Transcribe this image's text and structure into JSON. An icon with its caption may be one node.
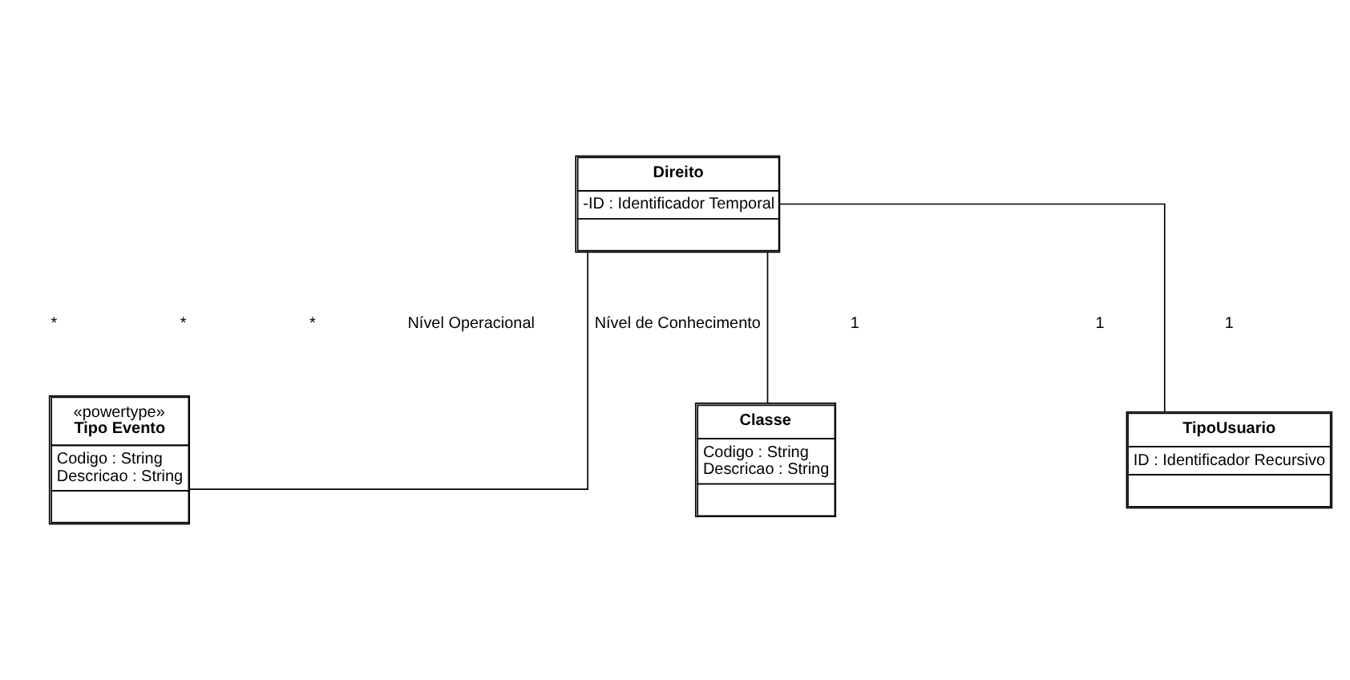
{
  "diagram": {
    "nodes": [
      {
        "text": [
          "Direito",
          "-ID : Identificador Temporal"
        ]
      },
      {
        "text": [
          "«powertype»",
          "Tipo Evento",
          "Codigo : String",
          "Descricao : String"
        ]
      },
      {
        "text": [
          "Classe",
          "Codigo : String",
          "Descricao : String"
        ]
      },
      {
        "text": [
          "TipoUsuario",
          "ID : Identificador Recursivo"
        ]
      }
    ],
    "edges": [
      {
        "from": 0,
        "to": 1,
        "arrow": "none"
      },
      {
        "from": 0,
        "to": 2,
        "arrow": "none"
      },
      {
        "from": 0,
        "to": 3,
        "arrow": "none"
      }
    ],
    "labels": [
      "*",
      "*",
      "*",
      "Nível Operacional",
      "Nível de Conhecimento",
      "1",
      "1",
      "1"
    ]
  }
}
